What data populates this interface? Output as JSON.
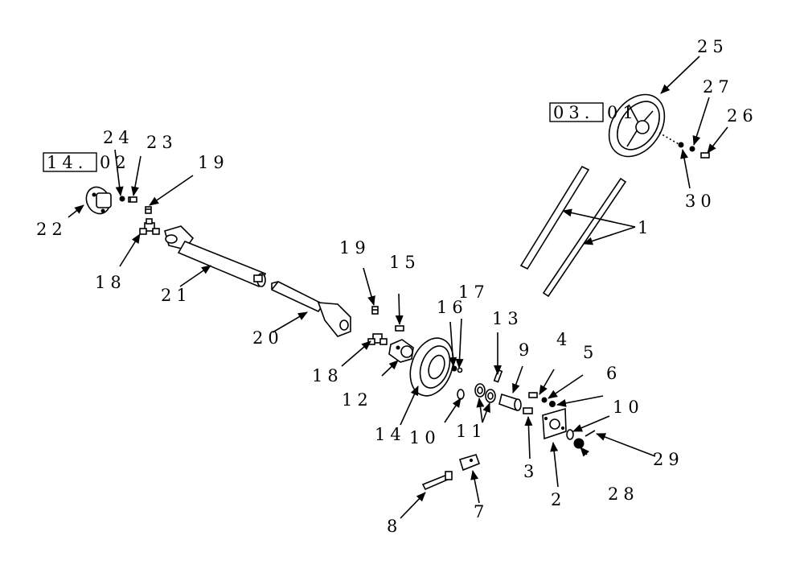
{
  "references": [
    {
      "boxed": "14.",
      "suffix": "02"
    },
    {
      "boxed": "03.",
      "suffix": "01"
    }
  ],
  "callouts": [
    "1",
    "2",
    "3",
    "4",
    "5",
    "6",
    "7",
    "8",
    "9",
    "10",
    "10",
    "11",
    "12",
    "13",
    "14",
    "15",
    "16",
    "17",
    "18",
    "18",
    "19",
    "19",
    "20",
    "21",
    "22",
    "23",
    "24",
    "25",
    "26",
    "27",
    "28",
    "29",
    "30"
  ]
}
